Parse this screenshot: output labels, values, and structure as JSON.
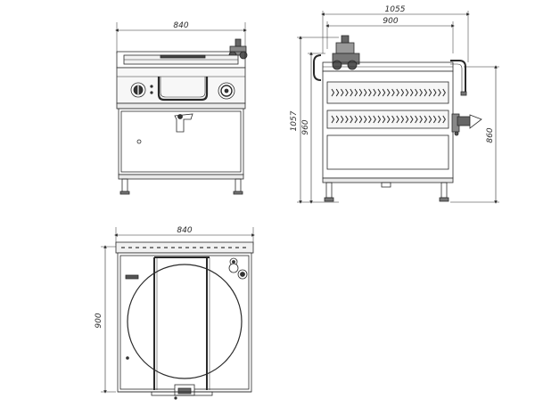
{
  "dimensions": {
    "front_width": "840",
    "top_width": "840",
    "side_overall_width": "1055",
    "side_body_width": "900",
    "side_overall_height": "1057",
    "side_frame_height": "960",
    "side_body_height": "860",
    "top_depth": "900"
  },
  "colors": {
    "line": "#2a2a2a",
    "panel": "#e9e9e9",
    "dark": "#555555"
  }
}
